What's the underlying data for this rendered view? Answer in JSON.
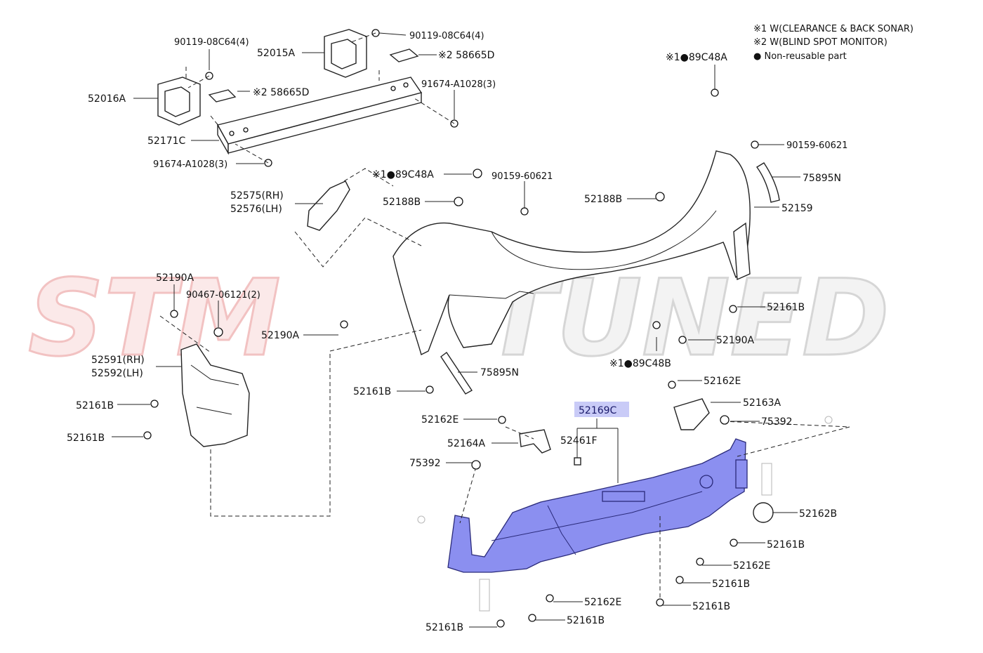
{
  "legend": {
    "line1": "※1 W(CLEARANCE & BACK SONAR)",
    "line2": "※2 W(BLIND SPOT MONITOR)",
    "line3": "● Non-reusable part"
  },
  "watermark": {
    "left": "STM",
    "right": "TUNED",
    "left_color": "#f3c4c4",
    "right_color": "#d9d9d9"
  },
  "highlight_color": "#8b8ff0",
  "labels": {
    "l01": "90119-08C64(4)",
    "l02": "90119-08C64(4)",
    "l03": "52015A",
    "l04": "※2 58665D",
    "l05": "52016A",
    "l06": "※2 58665D",
    "l07": "91674-A1028(3)",
    "l08": "52171C",
    "l09": "91674-A1028(3)",
    "l10": "※1●89C48A",
    "l11": "90159-60621",
    "l12": "75895N",
    "l13": "52159",
    "l14": "52188B",
    "l15": "※1●89C48A",
    "l16": "90159-60621",
    "l17": "52575(RH)",
    "l18": "52576(LH)",
    "l19": "52188B",
    "l20": "52190A",
    "l21": "90467-06121(2)",
    "l22": "52190A",
    "l23": "52161B",
    "l24": "52190A",
    "l25": "52591(RH)",
    "l26": "52592(LH)",
    "l27": "※1●89C48B",
    "l28": "75895N",
    "l29": "52161B",
    "l30": "52161B",
    "l31": "52162E",
    "l32": "52169C",
    "l33": "52163A",
    "l34": "52161B",
    "l35": "52162E",
    "l36": "75392",
    "l37": "52164A",
    "l38": "52461F",
    "l39": "75392",
    "l40": "52162B",
    "l41": "52161B",
    "l42": "52162E",
    "l43": "52161B",
    "l44": "52162E",
    "l45": "52161B",
    "l46": "52161B",
    "l47": "52161B"
  }
}
